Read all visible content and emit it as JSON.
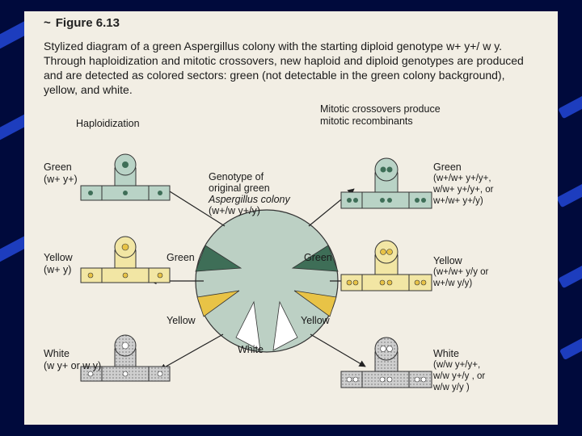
{
  "figure": {
    "number": "Figure 6.13",
    "caption": "Stylized diagram of a green Aspergillus colony with the starting diploid genotype w+ y+/ w y. Through haploidization and mitotic crossovers, new haploid and diploid genotypes are produced and are detected as colored sectors: green (not detectable in the green colony background), yellow, and white."
  },
  "left_heading": "Haploidization",
  "right_heading": [
    "Mitotic crossovers produce",
    "mitotic recombinants"
  ],
  "center_label": [
    "Genotype of",
    "original green",
    "Aspergillus colony",
    "(w+/w y+/y)"
  ],
  "left": {
    "green": {
      "name": "Green",
      "genotype": "(w+ y+)"
    },
    "yellow": {
      "name": "Yellow",
      "genotype": "(w+ y)"
    },
    "white": {
      "name": "White",
      "genotype": "(w y+ or w y)"
    }
  },
  "right": {
    "green": {
      "name": "Green",
      "genotype": [
        "(w+/w+ y+/y+,",
        "w/w+ y+/y+, or",
        "w+/w+ y+/y)"
      ]
    },
    "yellow": {
      "name": "Yellow",
      "genotype": [
        "(w+/w+ y/y or",
        "w+/w y/y)"
      ]
    },
    "white": {
      "name": "White",
      "genotype": [
        "(w/w y+/y+,",
        "w/w y+/y , or",
        "w/w y/y )"
      ]
    }
  },
  "sector_labels": {
    "green_left": "Green",
    "green_right": "Green",
    "yellow_left": "Yellow",
    "yellow_right": "Yellow",
    "white": "White"
  },
  "colors": {
    "background": "#000A3C",
    "stripe": "#1D3DBE",
    "page": "#F2EEE4",
    "green_cell": "#B9D3C6",
    "green_dark": "#3E6E57",
    "yellow_cell": "#F2E6A4",
    "yellow_sector": "#E8C346",
    "white_cell": "#D8D8D8",
    "colony": "#BCD0C4"
  }
}
